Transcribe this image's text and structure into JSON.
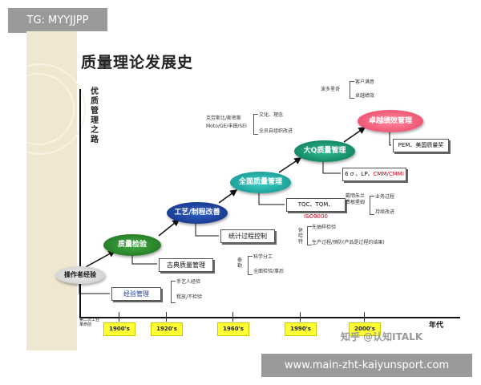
{
  "overlay": {
    "top_tag": "TG: MYYJJPP",
    "bottom_url": "www.main-zht-kaiyunsport.com"
  },
  "slide": {
    "title": "质量理论发展史",
    "vertical_axis_label": "优质管理之路",
    "era_label": "第二次工业革命前",
    "axis_end_label": "年代",
    "decades": [
      "1900's",
      "1920's",
      "1960's",
      "1990's",
      "2000's"
    ],
    "watermark": "知乎 @认知ITALK",
    "stages": [
      {
        "label": "操作者经验",
        "color": "#d8d8d8"
      },
      {
        "label": "质量检验",
        "color": "#2e8b2e"
      },
      {
        "label": "工艺/制程改善",
        "color": "#1a3f9c"
      },
      {
        "label": "全面质量管理",
        "color": "#16b0a8"
      },
      {
        "label": "大Q质量管理",
        "color": "#0e8f6e"
      },
      {
        "label": "卓越绩效管理",
        "color": "#f15d7a"
      }
    ],
    "boxes": [
      {
        "label": "经验管理",
        "color": "#1f3f9f"
      },
      {
        "label": "古典质量管理",
        "color": "#111111"
      },
      {
        "label": "统计过程控制",
        "color": "#111111"
      },
      {
        "label_a": "TQC、TQM、",
        "label_b": "ISO9000",
        "color_b": "#d0021b"
      },
      {
        "label_a": "6 σ 、LP、",
        "label_b": "CMM/CMMI",
        "color_b": "#d0021b"
      },
      {
        "label": "PEM、美国质量奖",
        "color": "#111111"
      }
    ],
    "notes": {
      "stage1": [
        "手艺人经验",
        "粗放/不检验"
      ],
      "stage2_side": "泰勒",
      "stage2": [
        "科学分工",
        "全面检验/事后"
      ],
      "stage3_side": "休哈特",
      "stage3": [
        "先抽样检验",
        "生产过程/预防(产品是过程的结果)"
      ],
      "stage4_side": "戴明朱兰费根堡姆",
      "stage4": [
        "业务过程",
        "持续改进"
      ],
      "stage5_side": [
        "克劳斯比/斯密斯",
        "Moto/GE/丰田/SEI"
      ],
      "stage5": [
        "文化、理念",
        "全员自组织改进"
      ],
      "stage6_side": "波多里奇",
      "stage6": [
        "客户满意",
        "卓越绩效"
      ]
    }
  }
}
